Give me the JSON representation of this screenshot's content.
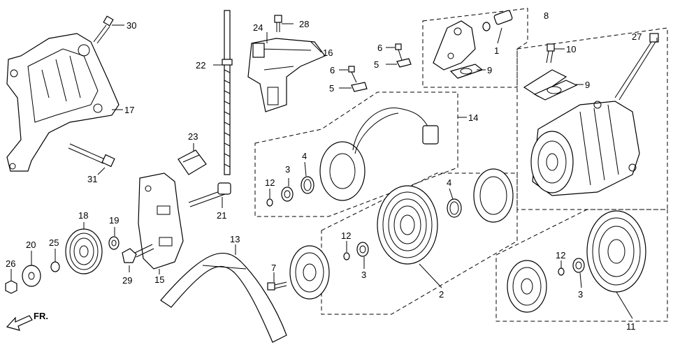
{
  "direction_label": "FR.",
  "callouts": {
    "c1": "1",
    "c2": "2",
    "c3a": "3",
    "c3b": "3",
    "c3c": "3",
    "c4a": "4",
    "c4b": "4",
    "c5a": "5",
    "c5b": "5",
    "c6a": "6",
    "c6b": "6",
    "c7": "7",
    "c8": "8",
    "c9a": "9",
    "c9b": "9",
    "c10": "10",
    "c11": "11",
    "c12a": "12",
    "c12b": "12",
    "c12c": "12",
    "c13": "13",
    "c14": "14",
    "c15": "15",
    "c16": "16",
    "c17": "17",
    "c18": "18",
    "c19": "19",
    "c20": "20",
    "c21": "21",
    "c22": "22",
    "c23": "23",
    "c24": "24",
    "c25": "25",
    "c26": "26",
    "c27": "27",
    "c28": "28",
    "c29": "29",
    "c30": "30",
    "c31": "31"
  }
}
